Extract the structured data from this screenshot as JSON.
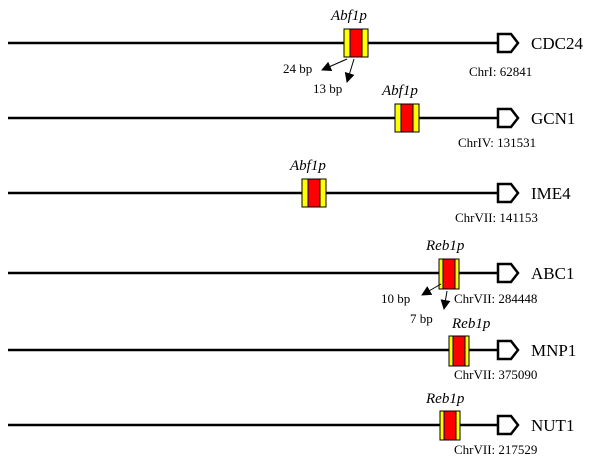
{
  "tracks": [
    {
      "gene": "CDC24",
      "location": "ChrI: 62841",
      "factor": "Abf1p",
      "distances": [
        "24 bp",
        "13 bp"
      ]
    },
    {
      "gene": "GCN1",
      "location": "ChrIV: 131531",
      "factor": "Abf1p",
      "distances": []
    },
    {
      "gene": "IME4",
      "location": "ChrVII: 141153",
      "factor": "Abf1p",
      "distances": []
    },
    {
      "gene": "ABC1",
      "location": "ChrVII: 284448",
      "factor": "Reb1p",
      "distances": [
        "10 bp",
        "7 bp"
      ]
    },
    {
      "gene": "MNP1",
      "location": "ChrVII: 375090",
      "factor": "Reb1p",
      "distances": []
    },
    {
      "gene": "NUT1",
      "location": "ChrVII: 217529",
      "factor": "Reb1p",
      "distances": []
    }
  ],
  "colors": {
    "line": "#000000",
    "site_outer": "#ffff00",
    "site_inner": "#ff0000"
  }
}
